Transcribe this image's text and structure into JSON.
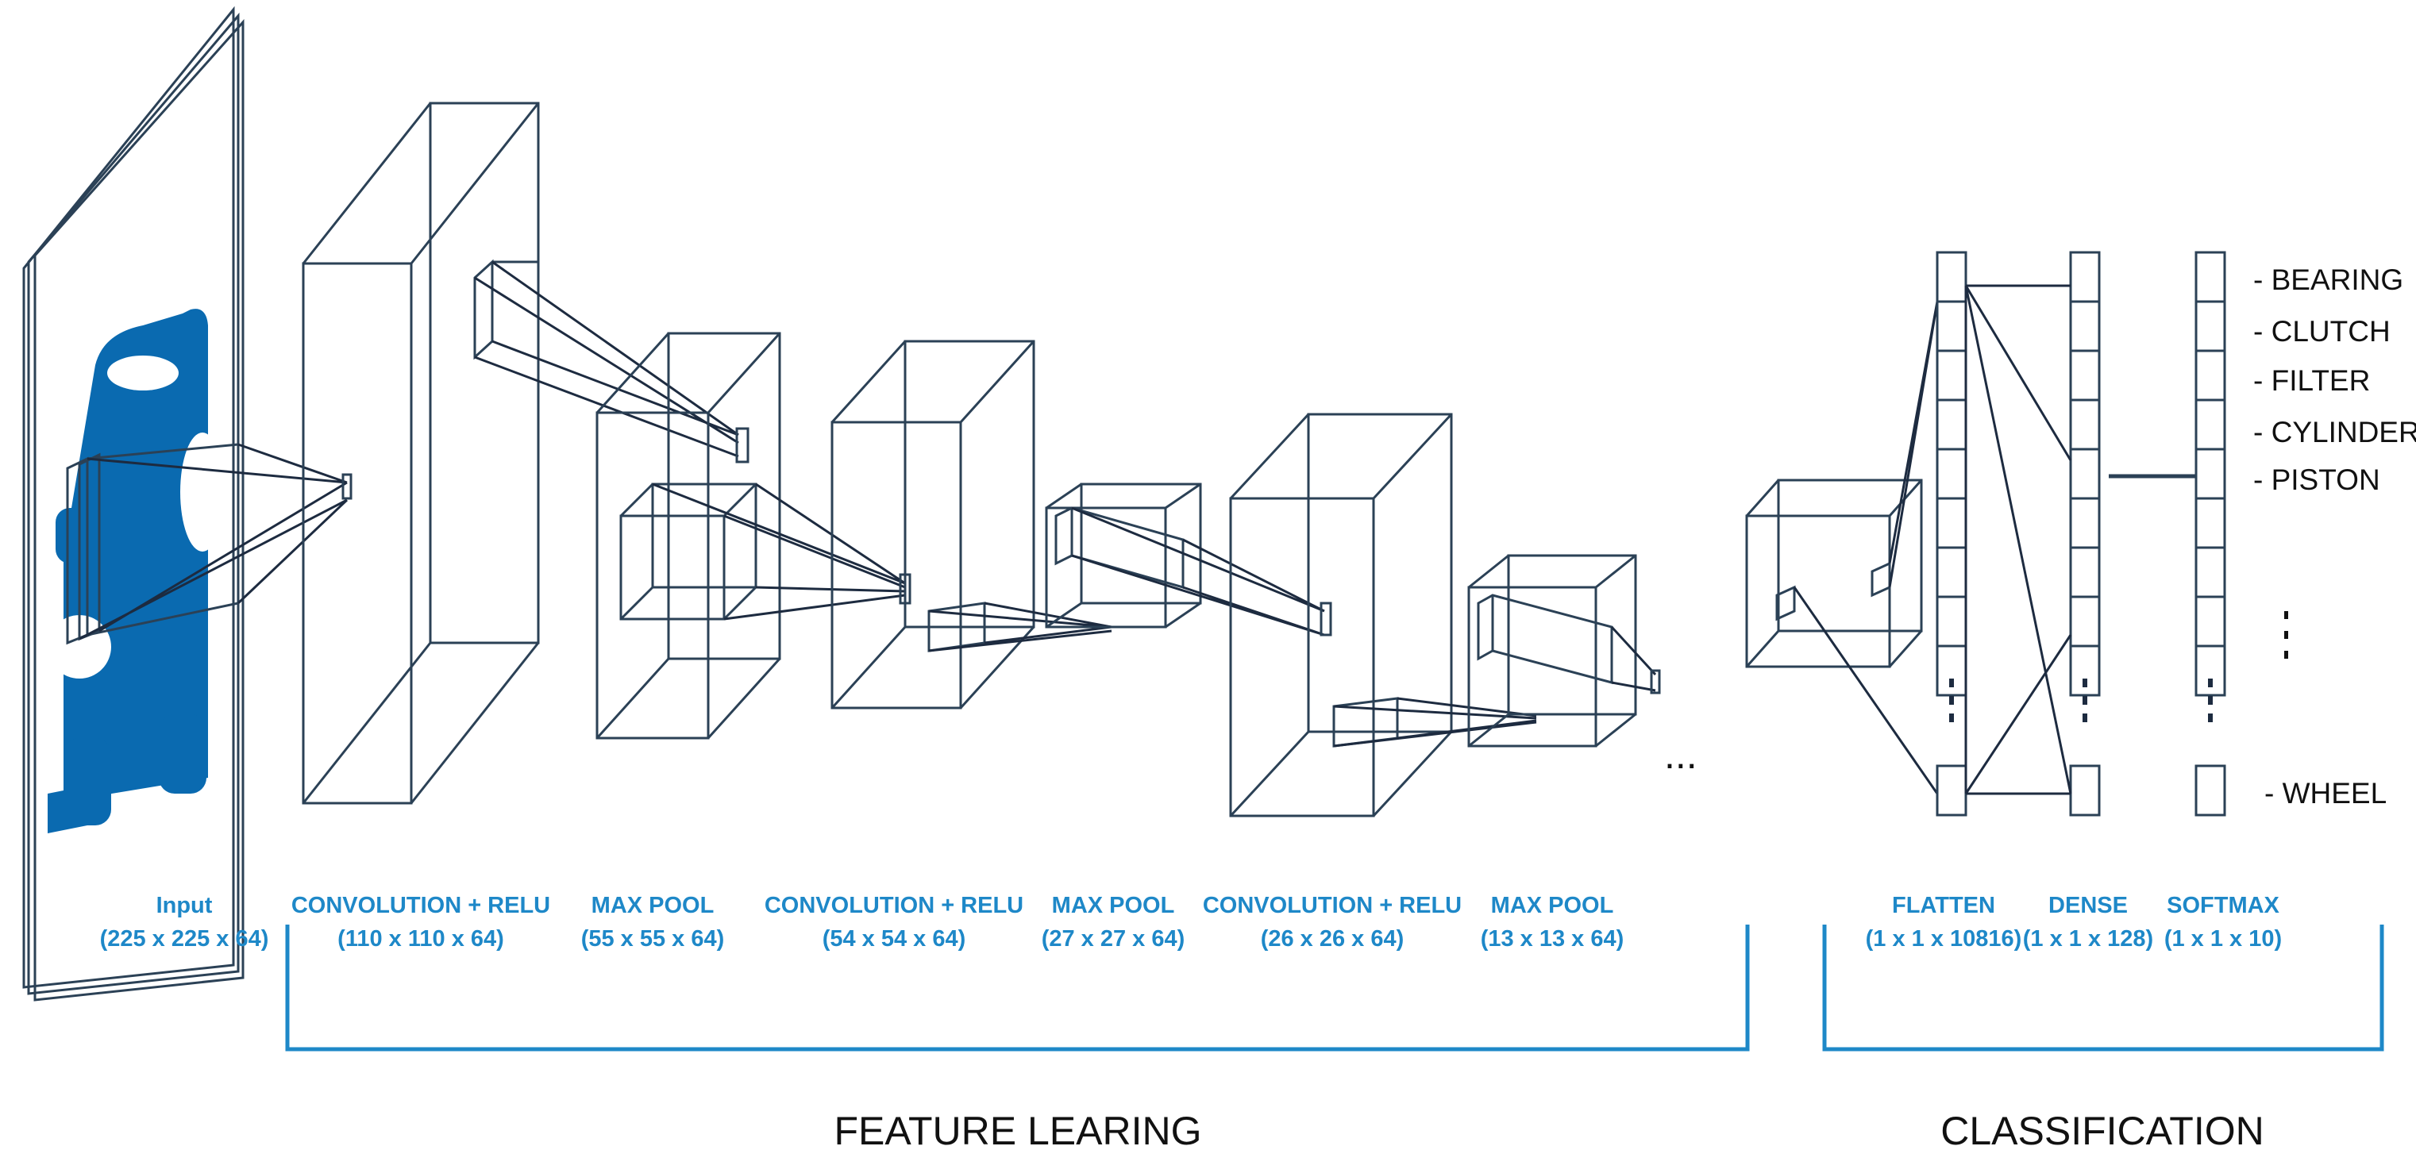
{
  "layers": [
    {
      "id": "input",
      "label": "Input",
      "dims": "(225 x 225 x 64)"
    },
    {
      "id": "conv1",
      "label": "CONVOLUTION + RELU",
      "dims": "(110 x 110 x 64)"
    },
    {
      "id": "pool1",
      "label": "MAX POOL",
      "dims": "(55 x 55 x 64)"
    },
    {
      "id": "conv2",
      "label": "CONVOLUTION + RELU",
      "dims": "(54 x 54 x 64)"
    },
    {
      "id": "pool2",
      "label": "MAX POOL",
      "dims": "(27 x 27 x 64)"
    },
    {
      "id": "conv3",
      "label": "CONVOLUTION + RELU",
      "dims": "(26 x 26 x 64)"
    },
    {
      "id": "pool3",
      "label": "MAX POOL",
      "dims": "(13 x 13 x 64)"
    },
    {
      "id": "flatten",
      "label": "FLATTEN",
      "dims": "(1 x 1 x 10816)"
    },
    {
      "id": "dense",
      "label": "DENSE",
      "dims": "(1 x 1 x 128)"
    },
    {
      "id": "softmax",
      "label": "SOFTMAX",
      "dims": "(1 x 1 x 10)"
    }
  ],
  "sections": {
    "feature": "FEATURE LEARING",
    "classification": "CLASSIFICATION"
  },
  "classes": [
    "- BEARING",
    "- CLUTCH",
    "- FILTER",
    "- CYLINDER",
    "- PISTON",
    "- WHEEL"
  ],
  "ellipsis": "...",
  "colors": {
    "accent": "#1e88c8",
    "line": "#2b4156",
    "car": "#0a6ab0"
  }
}
